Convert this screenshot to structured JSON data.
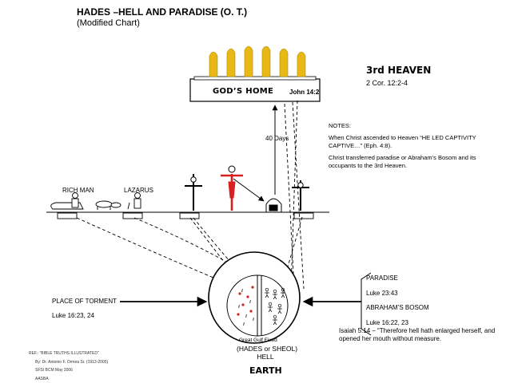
{
  "title": "HADES –HELL AND PARADISE (O. T.)",
  "subtitle": "(Modified Chart)",
  "heaven": {
    "title": "3rd HEAVEN",
    "ref": "2 Cor. 12:2-4"
  },
  "gods_home": {
    "label": "GOD’S HOME",
    "ref": "John 14:2"
  },
  "days": "40 Days",
  "notes": {
    "heading": "NOTES:",
    "line1": "When Christ ascended to Heaven “HE LED CAPTIVITY CAPTIVE…” (Eph. 4:8).",
    "line2": "Christ transferred paradise or Abraham’s Bosom and its occupants to the 3rd Heaven."
  },
  "figures": {
    "rich_man": "RICH MAN",
    "lazarus": "LAZARUS"
  },
  "torment": {
    "title": "PLACE OF TORMENT",
    "ref": "Luke 16:23, 24"
  },
  "paradise": {
    "title": "PARADISE",
    "ref1": "Luke 23:43",
    "alt": "ABRAHAM’S BOSOM",
    "ref2": "Luke 16:22, 23"
  },
  "isaiah": "Isaiah 5:14 – “Therefore hell hath enlarged herself, and opened her mouth without measure.",
  "gulf": "Great Gulf Fixed",
  "hades": {
    "line1": "(HADES or SHEOL)",
    "line2": "HELL"
  },
  "earth": "EARTH",
  "reference": {
    "line1": "REF.: “BIBLE TRUTHS ILLUSTRATED”",
    "line2": "By: Dr. Antonio F. Ormea Sr. (1913-2005)",
    "line3": "SFSI BCM May 2006",
    "line4": "AASBA"
  },
  "colors": {
    "cross": "#d92020",
    "ink": "#000000",
    "halo": "#f2b000",
    "gold": "#e8b817"
  }
}
